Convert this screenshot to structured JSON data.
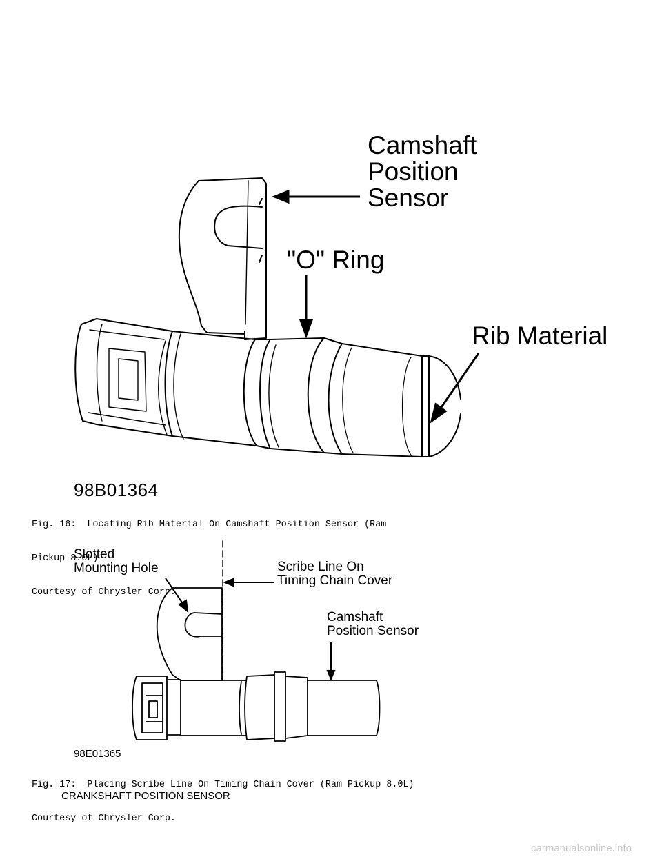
{
  "figure1": {
    "labels": {
      "camshaft": "Camshaft",
      "position": "Position",
      "sensor": "Sensor",
      "o_ring": "\"O\" Ring",
      "rib": "Rib Material"
    },
    "image_code": "98B01364",
    "caption_line1": "Fig. 16:  Locating Rib Material On Camshaft Position Sensor (Ram",
    "caption_line2": "Pickup 8.0L)",
    "credit": "Courtesy of Chrysler Corp."
  },
  "figure2": {
    "labels": {
      "slotted": "Slotted",
      "mounting_hole": "Mounting Hole",
      "scribe_line": "Scribe Line On",
      "timing_cover": "Timing Chain Cover",
      "camshaft": "Camshaft",
      "position_sensor": "Position Sensor"
    },
    "image_code": "98E01365",
    "caption": "Fig. 17:  Placing Scribe Line On Timing Chain Cover (Ram Pickup 8.0L)",
    "credit": "Courtesy of Chrysler Corp."
  },
  "section_heading": "CRANKSHAFT POSITION SENSOR",
  "watermark": "carmanualsonline.info"
}
